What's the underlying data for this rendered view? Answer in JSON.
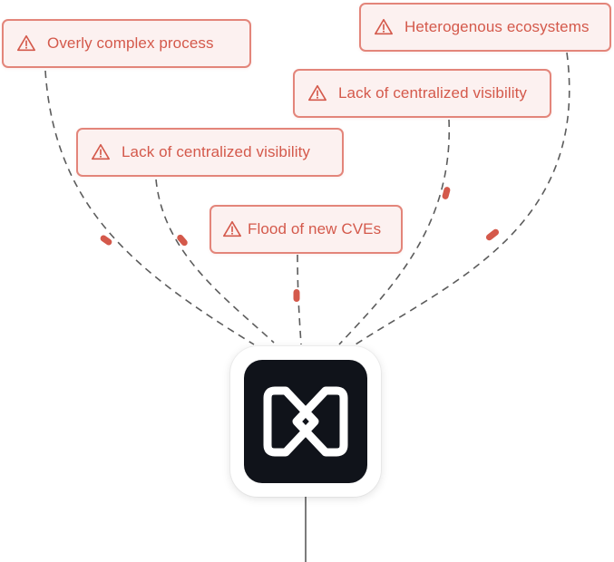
{
  "issues": [
    {
      "id": "overly-complex",
      "label": "Overly complex process"
    },
    {
      "id": "heterogenous",
      "label": "Heterogenous ecosystems"
    },
    {
      "id": "visibility-right",
      "label": "Lack of centralized visibility"
    },
    {
      "id": "visibility-left",
      "label": "Lack of centralized visibility"
    },
    {
      "id": "cves",
      "label": "Flood of new CVEs"
    }
  ],
  "icons": {
    "issue_icon": "warning-triangle-icon",
    "hub_icon": "infinity-chain-logo-icon"
  },
  "colors": {
    "accent": "#d4594b",
    "box_fill": "#fcf1f0",
    "box_border": "#e3857a",
    "connector": "#5c5c5c",
    "logo_bg": "#10131a"
  }
}
